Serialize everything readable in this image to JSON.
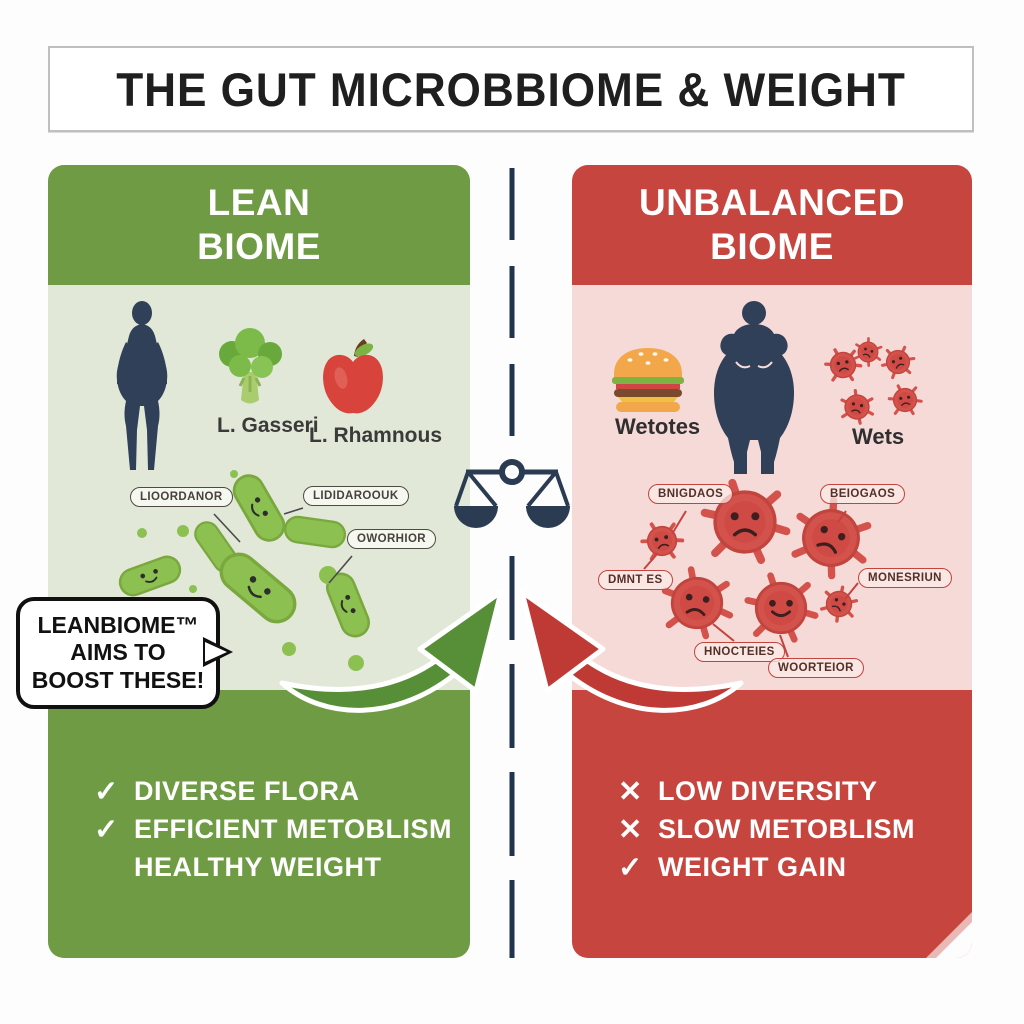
{
  "title": "THE GUT MICROBBIOME & WEIGHT",
  "colors": {
    "green": "#6e9b43",
    "green_light": "#e1e8d8",
    "red": "#c6453f",
    "red_light": "#f6dad8",
    "navy": "#2f4058",
    "arrow_green": "#578e38",
    "arrow_red": "#bf3a34"
  },
  "icons": {
    "center": "balance-scale-icon",
    "left": [
      "slim-figure-icon",
      "broccoli-icon",
      "apple-icon",
      "green-bacteria-icons"
    ],
    "right": [
      "burger-icon",
      "obese-figure-icon",
      "red-microbe-icons"
    ]
  },
  "left_panel": {
    "title_line1": "LEAN",
    "title_line2": "BIOME",
    "probiotic1": "L. Gasseri",
    "probiotic2": "L. Rhamnous",
    "bacteria_labels": [
      "LIOORDANOR",
      "LIDIDAROOUK",
      "OWORHIOR"
    ],
    "speech_bubble": {
      "line1": "LEANBIOME™",
      "line2": "AIMS TO",
      "line3": "BOOST THESE!"
    },
    "checklist": [
      {
        "mark": "✓",
        "text": "DIVERSE FLORA"
      },
      {
        "mark": "✓",
        "text": "EFFICIENT METOBLISM"
      },
      {
        "mark": "",
        "text": "HEALTHY WEIGHT"
      }
    ]
  },
  "right_panel": {
    "title_line1": "UNBALANCED",
    "title_line2": "BIOME",
    "label_burger": "Wetotes",
    "label_microbes": "Wets",
    "bacteria_labels": [
      "BNIGDAOS",
      "BEIOGAOS",
      "DMNT ES",
      "MONESRIUN",
      "HNOCTEIES",
      "WOORTEIOR"
    ],
    "checklist": [
      {
        "mark": "✕",
        "text": "LOW DIVERSITY"
      },
      {
        "mark": "✕",
        "text": "SLOW METOBLISM"
      },
      {
        "mark": "✓",
        "text": "WEIGHT GAIN"
      }
    ]
  }
}
